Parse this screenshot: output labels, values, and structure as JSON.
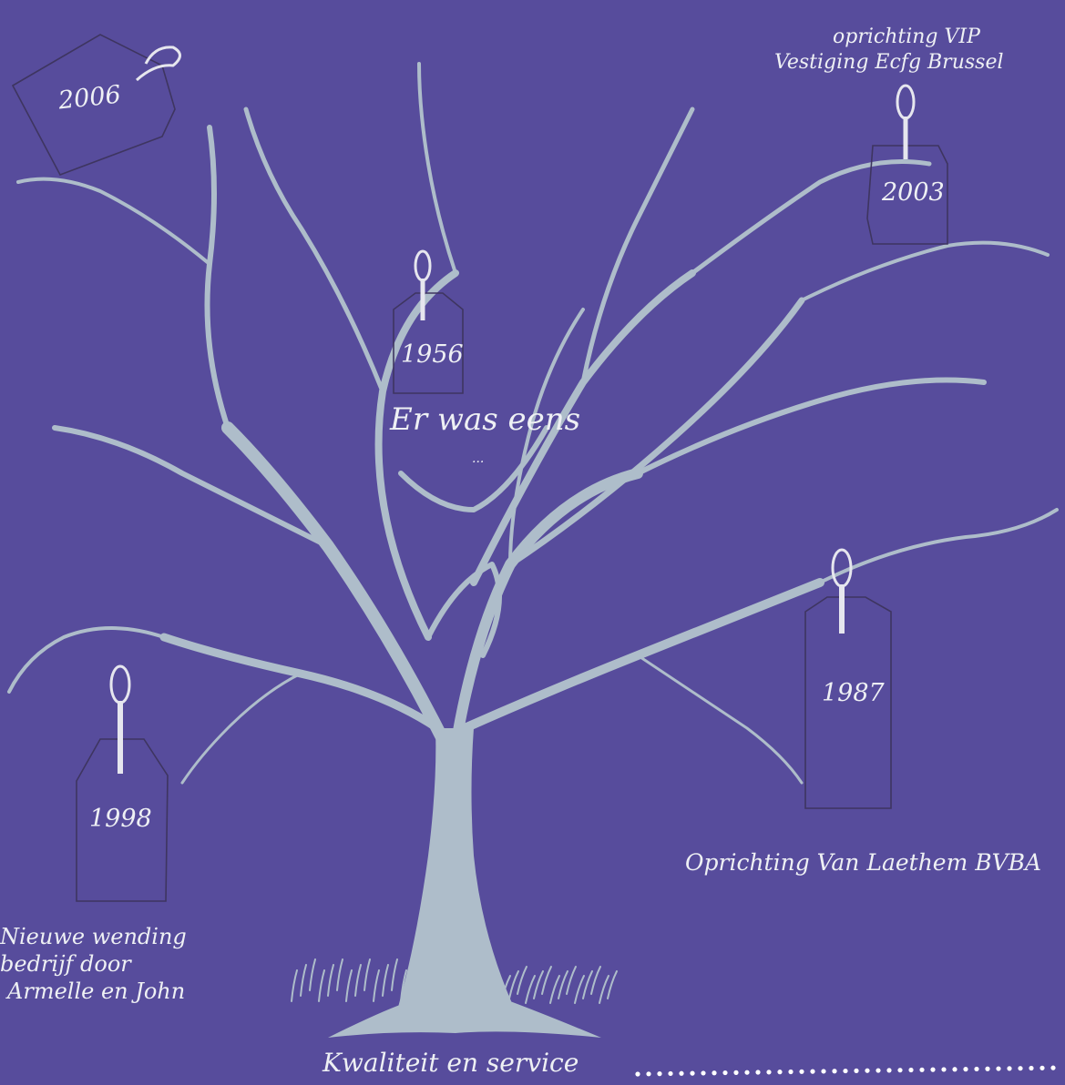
{
  "colors": {
    "background": "#574C9C",
    "tree": "#AEBDCA",
    "tag_outline": "#3E3560",
    "text": "#EEF0F4",
    "dots": "#FFFFFF"
  },
  "tags": {
    "t2006": "2006",
    "t2003": "2003",
    "t1956": "1956",
    "t1998": "1998",
    "t1987": "1987"
  },
  "captions": {
    "vip_line1": "oprichting VIP",
    "vip_line2": "Vestiging Ecfg Brussel",
    "center_line1": "Er was eens",
    "center_line2": "...",
    "laethem": "Oprichting Van Laethem BVBA",
    "nieuwe_line1": "Nieuwe   wending",
    "nieuwe_line2": "bedrijf door",
    "nieuwe_line3": "Armelle en John",
    "footer": "Kwaliteit en service"
  }
}
